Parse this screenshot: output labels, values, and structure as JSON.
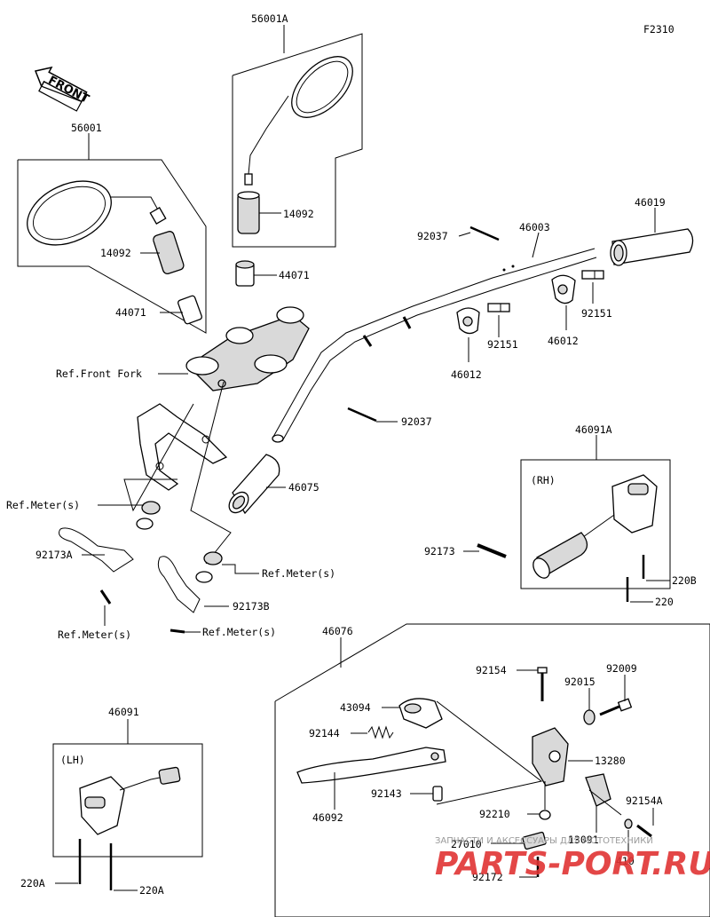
{
  "figure_code": "F2310",
  "front_arrow_text": "FRONT",
  "part_labels": [
    {
      "id": "56001A",
      "text": "56001A"
    },
    {
      "id": "56001",
      "text": "56001"
    },
    {
      "id": "14092_a",
      "text": "14092"
    },
    {
      "id": "14092_b",
      "text": "14092"
    },
    {
      "id": "44071_a",
      "text": "44071"
    },
    {
      "id": "44071_b",
      "text": "44071"
    },
    {
      "id": "92037_a",
      "text": "92037"
    },
    {
      "id": "46003",
      "text": "46003"
    },
    {
      "id": "46019",
      "text": "46019"
    },
    {
      "id": "92151_a",
      "text": "92151"
    },
    {
      "id": "92151_b",
      "text": "92151"
    },
    {
      "id": "46012_a",
      "text": "46012"
    },
    {
      "id": "46012_b",
      "text": "46012"
    },
    {
      "id": "ref_front_fork",
      "text": "Ref.Front Fork"
    },
    {
      "id": "92037_b",
      "text": "92037"
    },
    {
      "id": "46091A",
      "text": "46091A"
    },
    {
      "id": "rh",
      "text": "(RH)"
    },
    {
      "id": "46075",
      "text": "46075"
    },
    {
      "id": "ref_meter_1",
      "text": "Ref.Meter(s)"
    },
    {
      "id": "92173A",
      "text": "92173A"
    },
    {
      "id": "92173",
      "text": "92173"
    },
    {
      "id": "220B",
      "text": "220B"
    },
    {
      "id": "220_rh",
      "text": "220"
    },
    {
      "id": "ref_meter_2",
      "text": "Ref.Meter(s)"
    },
    {
      "id": "92173B",
      "text": "92173B"
    },
    {
      "id": "ref_meter_3",
      "text": "Ref.Meter(s)"
    },
    {
      "id": "ref_meter_4",
      "text": "Ref.Meter(s)"
    },
    {
      "id": "46076",
      "text": "46076"
    },
    {
      "id": "46091",
      "text": "46091"
    },
    {
      "id": "lh",
      "text": "(LH)"
    },
    {
      "id": "92154",
      "text": "92154"
    },
    {
      "id": "92009",
      "text": "92009"
    },
    {
      "id": "92015",
      "text": "92015"
    },
    {
      "id": "43094",
      "text": "43094"
    },
    {
      "id": "92144",
      "text": "92144"
    },
    {
      "id": "13280",
      "text": "13280"
    },
    {
      "id": "92143",
      "text": "92143"
    },
    {
      "id": "46092",
      "text": "46092"
    },
    {
      "id": "92154A",
      "text": "92154A"
    },
    {
      "id": "92210",
      "text": "92210"
    },
    {
      "id": "13091",
      "text": "13091"
    },
    {
      "id": "27010",
      "text": "27010"
    },
    {
      "id": "410",
      "text": "410"
    },
    {
      "id": "92172",
      "text": "92172"
    },
    {
      "id": "220A_a",
      "text": "220A"
    },
    {
      "id": "220A_b",
      "text": "220A"
    }
  ],
  "watermark": {
    "line1": "ЗАПЧАСТИ И АКСЕССУАРЫ ДЛЯ МОТОТЕХНИКИ",
    "line2": "PARTS-PORT.RU"
  }
}
